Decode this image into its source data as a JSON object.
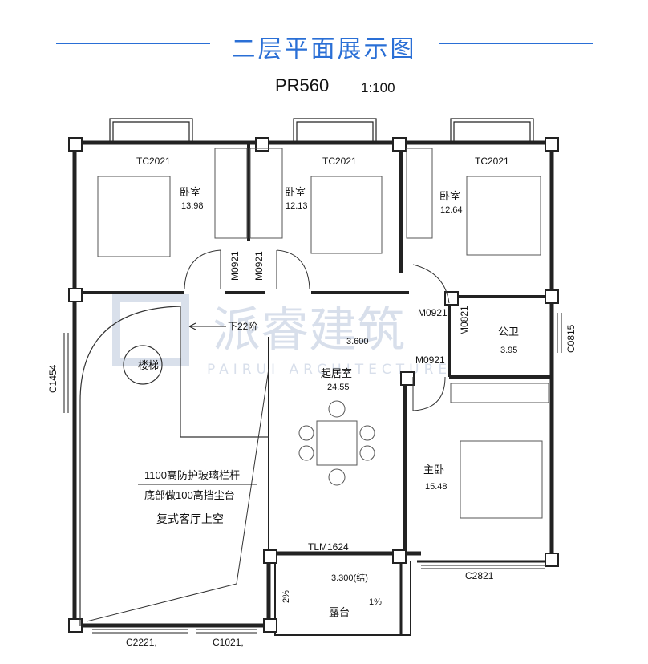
{
  "title": "二层平面展示图",
  "plan_code": "PR560",
  "scale": "1:100",
  "colors": {
    "title": "#2a6fd6",
    "wall": "#222222",
    "watermark": "#b9c6db"
  },
  "watermark": {
    "cn": "派睿建筑",
    "en": "PAIRUI ARCHITECTURE"
  },
  "rooms": {
    "bedroom1": {
      "name": "卧室",
      "area": "13.98"
    },
    "bedroom2": {
      "name": "卧室",
      "area": "12.13"
    },
    "bedroom3": {
      "name": "卧室",
      "area": "12.64"
    },
    "living": {
      "name": "起居室",
      "area": "24.55"
    },
    "bath": {
      "name": "公卫",
      "area": "3.95"
    },
    "master": {
      "name": "主卧",
      "area": "15.48"
    },
    "stairs": {
      "name": "楼梯"
    },
    "terrace": {
      "name": "露台"
    }
  },
  "windows": {
    "tc1": "TC2021",
    "tc2": "TC2021",
    "tc3": "TC2021",
    "c1454": "C1454",
    "c0815": "C0815",
    "c2821": "C2821",
    "c2221": "C2221,",
    "c1021": "C1021,",
    "tlm1624": "TLM1624"
  },
  "doors": {
    "m1": "M0921",
    "m2": "M0921",
    "m3": "M0921",
    "m4": "M0821",
    "m5": "M0921"
  },
  "annotations": {
    "stairs_down": "下22阶",
    "dim_top": "3.600",
    "dim_bottom": "3.300(结)",
    "slope_left": "2%",
    "slope_right": "1%",
    "rail1": "1100高防护玻璃栏杆",
    "rail2": "底部做100高挡尘台",
    "void": "复式客厅上空"
  }
}
